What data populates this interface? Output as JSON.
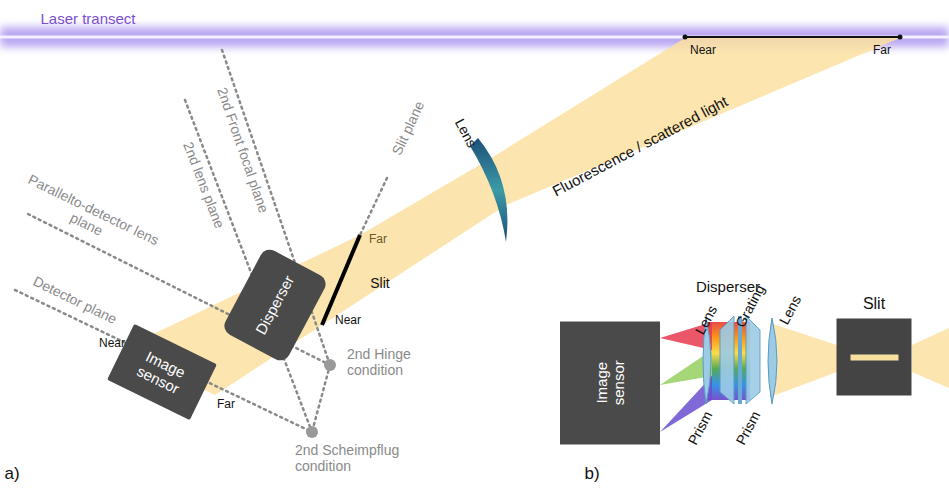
{
  "diagram": {
    "nodes": [
      {
        "text": [
          "Disperser"
        ]
      },
      {
        "text": [
          "Image sensor"
        ]
      },
      {
        "text": [
          "Image sensor"
        ]
      },
      {
        "text": [
          "Slit"
        ]
      }
    ],
    "labels": [
      "Laser transect",
      "Near",
      "Far",
      "Fluorescence / scattered light",
      "Lens",
      "2nd Front focal plane",
      "2nd lens plane",
      "Slit plane",
      "Far",
      "Slit",
      "Near",
      "Parallelto-detector lens plane",
      "Detector plane",
      "Near",
      "Far",
      "2nd Hinge condition",
      "2nd Scheimpflug condition",
      "a)",
      "b)",
      "Disperser",
      "Lens",
      "Grating",
      "Lens",
      "Prism",
      "Prism"
    ]
  }
}
